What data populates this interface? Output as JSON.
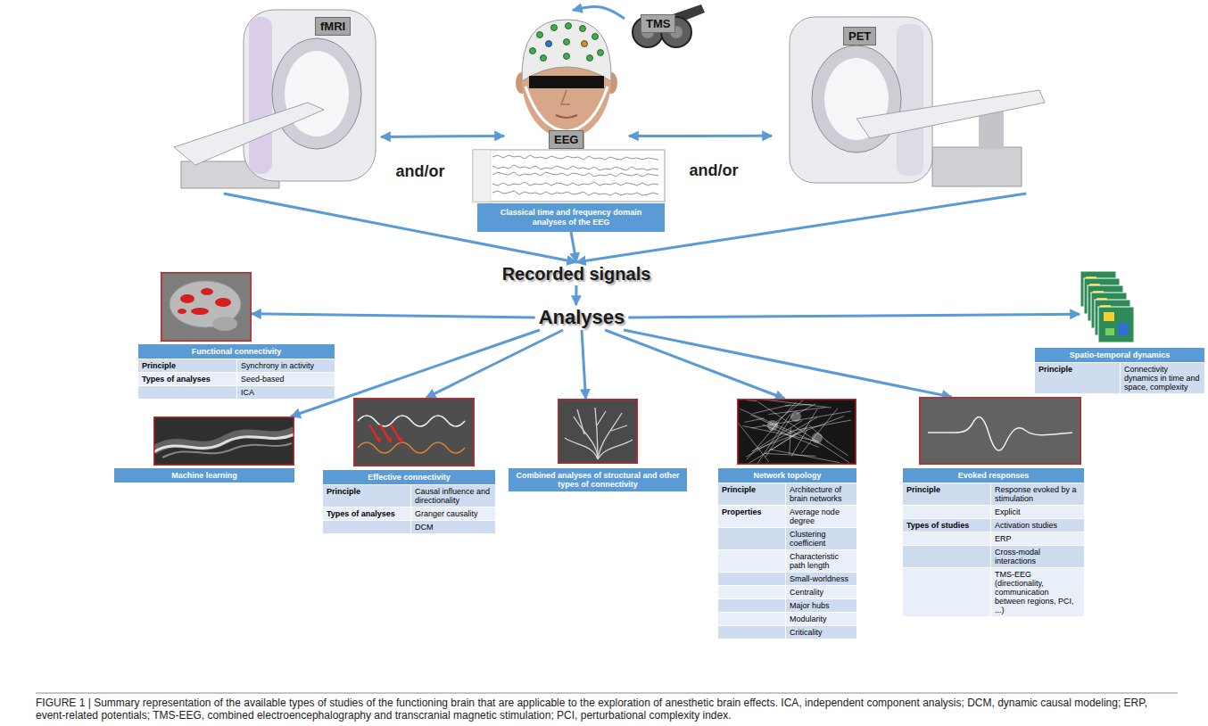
{
  "diagram": {
    "caption": "FIGURE 1 | Summary representation of the available types of studies of the functioning brain that are applicable to the exploration of anesthetic brain effects. ICA, independent component analysis; DCM, dynamic causal modeling; ERP, event-related potentials; TMS-EEG, combined electroencephalography and transcranial magnetic stimulation; PCI, perturbational complexity index.",
    "nodes": [
      {
        "text": [
          "fMRI"
        ]
      },
      {
        "text": [
          "EEG"
        ]
      },
      {
        "text": [
          "TMS"
        ]
      },
      {
        "text": [
          "PET"
        ]
      },
      {
        "text": [
          "Classical time and frequency domain analyses of the EEG"
        ]
      },
      {
        "text": [
          "Recorded signals"
        ]
      },
      {
        "text": [
          "Analyses"
        ]
      },
      {
        "text": [
          "Functional connectivity",
          "Principle",
          "Synchrony in activity",
          "Types of analyses",
          "Seed-based",
          "ICA"
        ]
      },
      {
        "text": [
          "Spatio-temporal dynamics",
          "Principle",
          "Connectivity dynamics in time and space, complexity"
        ]
      },
      {
        "text": [
          "Machine learning"
        ]
      },
      {
        "text": [
          "Effective connectivity",
          "Principle",
          "Causal influence and directionality",
          "Types of analyses",
          "Granger causality",
          "DCM"
        ]
      },
      {
        "text": [
          "Combined analyses of structural and other types of connectivity"
        ]
      },
      {
        "text": [
          "Network topology",
          "Principle",
          "Architecture of brain networks",
          "Properties",
          "Average node degree",
          "Clustering coefficient",
          "Characteristic path length",
          "Small-worldness",
          "Centrality",
          "Major hubs",
          "Modularity",
          "Criticality"
        ]
      },
      {
        "text": [
          "Evoked responses",
          "Principle",
          "Response evoked by a stimulation",
          "Explicit",
          "Types of studies",
          "Activation studies",
          "ERP",
          "Cross-modal interactions",
          "TMS-EEG (directionality, communication between regions, PCI, ...)"
        ]
      }
    ],
    "edges": [
      {
        "from": 0,
        "to": 1,
        "arrow": "both",
        "label": "and/or"
      },
      {
        "from": 1,
        "to": 3,
        "arrow": "both",
        "label": "and/or"
      },
      {
        "from": 2,
        "to": 1,
        "arrow": "to"
      },
      {
        "from": 0,
        "to": 5,
        "arrow": "to"
      },
      {
        "from": 4,
        "to": 5,
        "arrow": "to"
      },
      {
        "from": 3,
        "to": 5,
        "arrow": "to"
      },
      {
        "from": 5,
        "to": 6,
        "arrow": "to"
      },
      {
        "from": 6,
        "to": 7,
        "arrow": "to"
      },
      {
        "from": 6,
        "to": 8,
        "arrow": "to"
      },
      {
        "from": 6,
        "to": 9,
        "arrow": "to"
      },
      {
        "from": 6,
        "to": 10,
        "arrow": "to"
      },
      {
        "from": 6,
        "to": 11,
        "arrow": "to"
      },
      {
        "from": 6,
        "to": 12,
        "arrow": "to"
      },
      {
        "from": 6,
        "to": 13,
        "arrow": "to"
      }
    ]
  }
}
